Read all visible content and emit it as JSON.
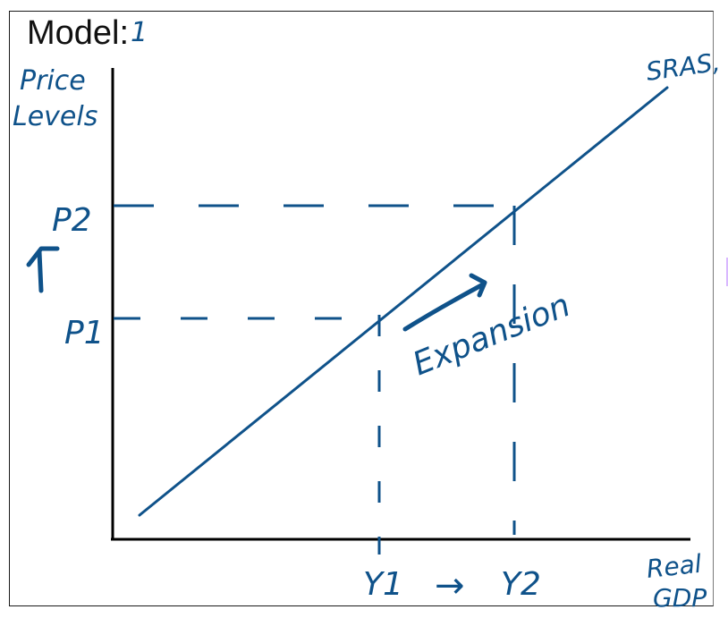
{
  "header": {
    "title": "Model:",
    "model_number": "1"
  },
  "axes": {
    "y_label_line1": "Price",
    "y_label_line2": "Levels",
    "x_label_line1": "Real",
    "x_label_line2": "GDP"
  },
  "curve": {
    "label": "SRAS,"
  },
  "levels": {
    "p1": "P1",
    "p2": "P2",
    "y1": "Y1",
    "y2": "Y2",
    "x_arrow": "→",
    "price_arrow": "↑"
  },
  "annotation": {
    "text": "Expansion"
  },
  "colors": {
    "ink": "#0f528a",
    "axis": "#000000"
  }
}
